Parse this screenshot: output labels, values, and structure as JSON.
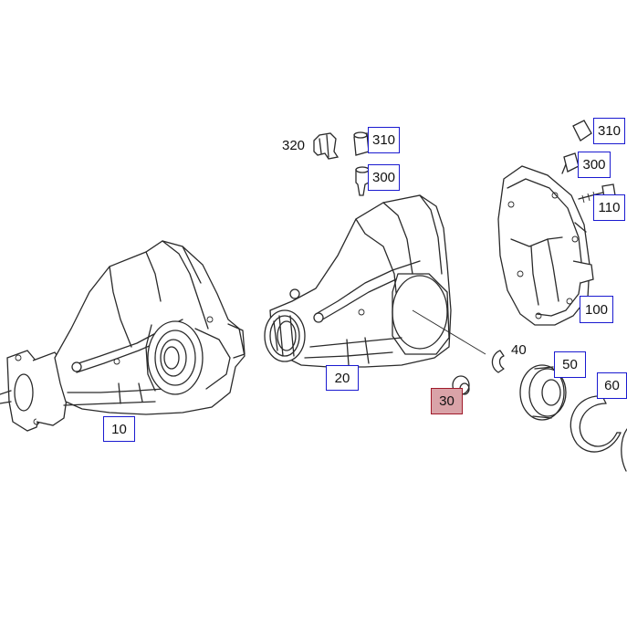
{
  "callouts": {
    "c320": "320",
    "c310a": "310",
    "c300a": "300",
    "c310b": "310",
    "c300b": "300",
    "c110": "110",
    "c100": "100",
    "c40": "40",
    "c50": "50",
    "c60": "60",
    "c20": "20",
    "c30": "30",
    "c10": "10"
  },
  "colors": {
    "box_border": "#1a1ad0",
    "highlight_fill": "#d9a3a8",
    "highlight_border": "#a01a2a",
    "line": "#2a2a2a"
  }
}
